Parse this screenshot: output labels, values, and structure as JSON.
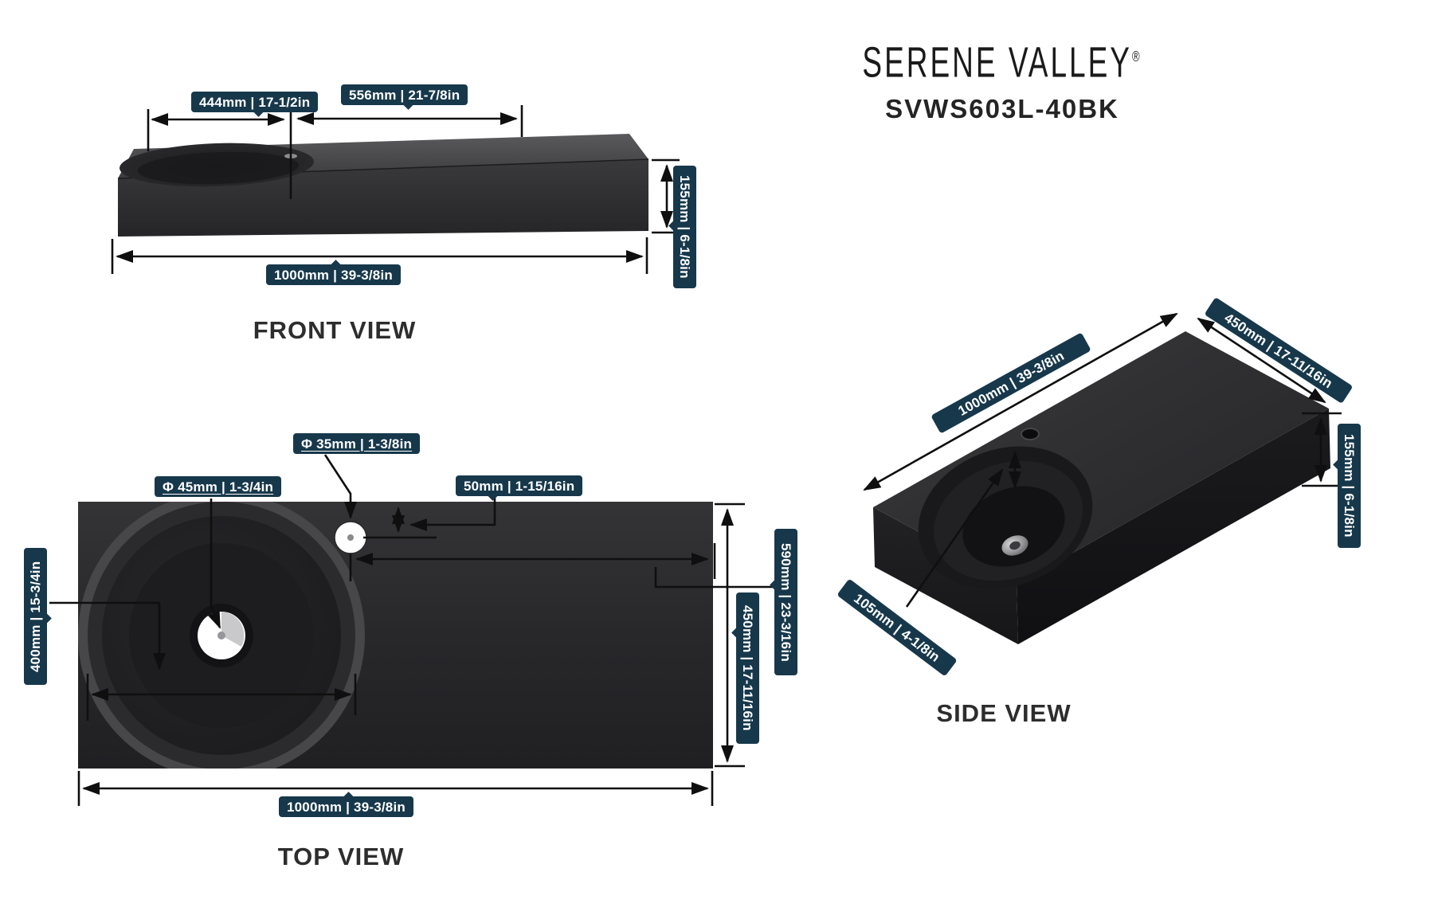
{
  "brand": {
    "name": "SERENE VALLEY",
    "reg": "®",
    "model": "SVWS603L-40BK"
  },
  "titles": {
    "front": "FRONT VIEW",
    "top": "TOP VIEW",
    "side": "SIDE VIEW"
  },
  "labels": {
    "front_left_width": "444mm | 17-1/2in",
    "front_right_width": "556mm | 21-7/8in",
    "front_height": "155mm | 6-1/8in",
    "front_total_width": "1000mm | 39-3/8in",
    "top_faucet_hole_dia": "Φ 35mm | 1-3/8in",
    "top_drain_dia": "Φ 45mm | 1-3/4in",
    "top_faucet_offset": "50mm | 1-15/16in",
    "top_basin_dia": "400mm | 15-3/4in",
    "top_faucet_to_edge": "590mm | 23-3/16in",
    "top_depth": "450mm | 17-11/16in",
    "top_total_width": "1000mm | 39-3/8in",
    "side_length": "1000mm | 39-3/8in",
    "side_depth": "450mm | 17-11/16in",
    "side_height": "155mm | 6-1/8in",
    "side_basin_depth": "105mm | 4-1/8in"
  },
  "colors": {
    "chip_bg": "#17384b",
    "line": "#0f0f0f",
    "title": "#2d2d2d",
    "sink_dark": "#232325"
  }
}
